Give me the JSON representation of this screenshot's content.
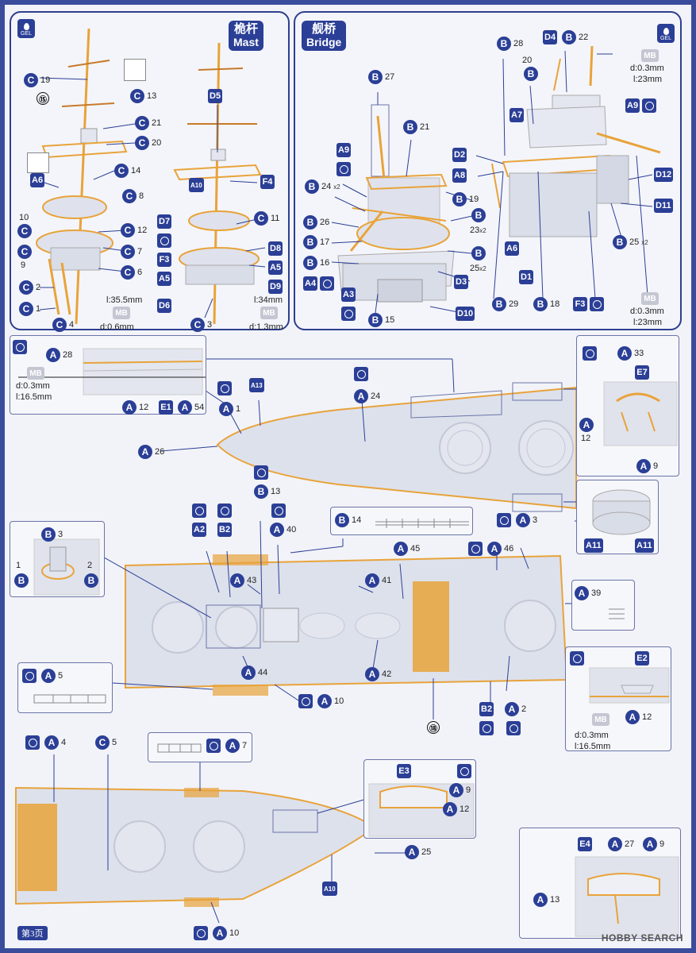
{
  "mast": {
    "title_cn": "桅杆",
    "title_en": "Mast",
    "step": "⑮",
    "gel": "GEL",
    "note_len1": "l:35.5mm",
    "note_len2": "l:34mm",
    "note_d1": "d:0.6mm",
    "note_d2": "d:1.3mm",
    "mb": "MB"
  },
  "bridge": {
    "title_cn": "舰桥",
    "title_en": "Bridge",
    "gel": "GEL",
    "mb": "MB",
    "note_a": "d:0.3mm",
    "note_b": "l:23mm",
    "note_c": "d:0.3mm",
    "note_d": "l:23mm",
    "x2": "x2"
  },
  "hull": {
    "mb": "MB",
    "note_d1": "d:0.3mm",
    "note_l1": "l:16.5mm",
    "note_d2": "d:0.3mm",
    "note_l2": "l:16.5mm",
    "step": "⑱"
  },
  "footer": {
    "page": "第3页",
    "watermark": "HOBBY SEARCH"
  },
  "labels": {
    "A": "A",
    "B": "B",
    "C": "C",
    "D": "D",
    "E": "E",
    "F": "F"
  },
  "colors": {
    "accent": "#2b3f96",
    "background": "#3a4c9c",
    "photo_etch": "#e8a33a",
    "hull": "#d9dde8"
  }
}
